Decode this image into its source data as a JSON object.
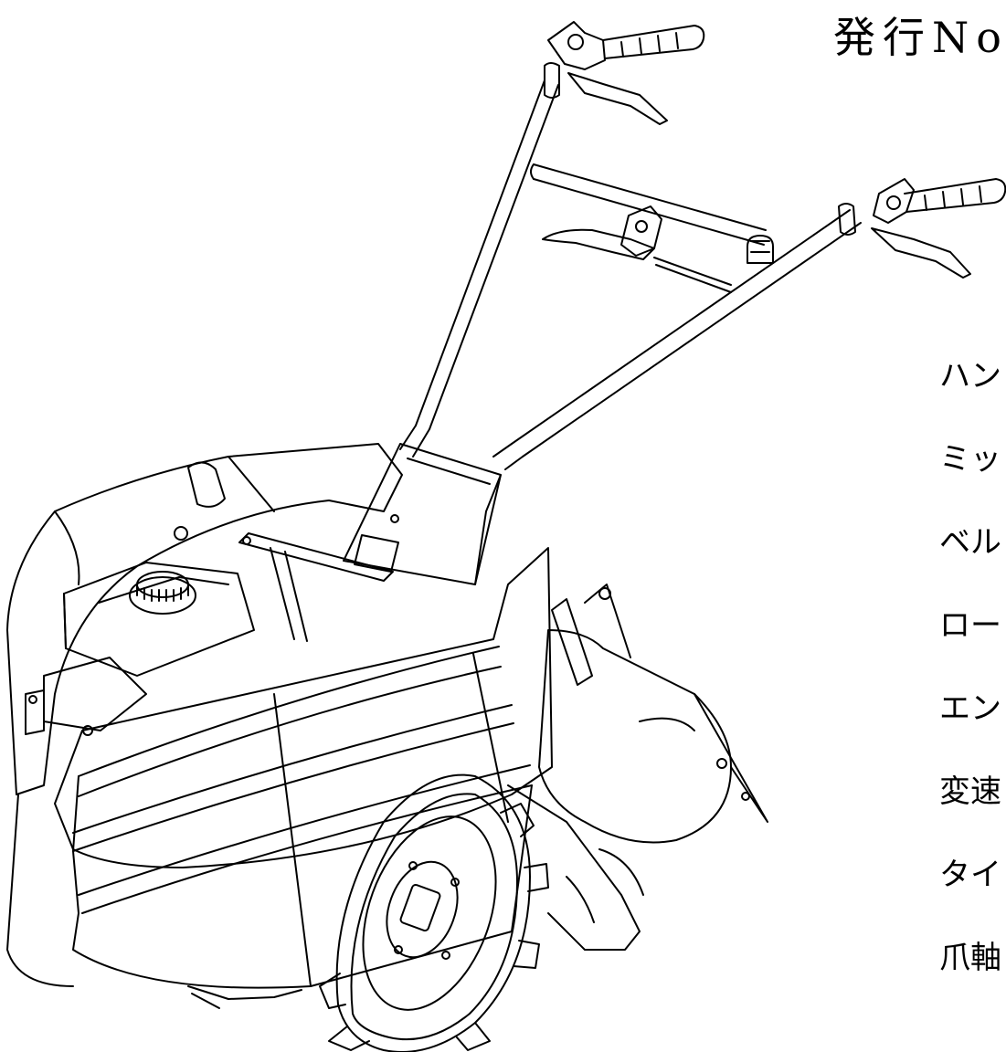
{
  "header": {
    "issue_no_label": "発行No"
  },
  "parts": [
    "ハン",
    "ミッ",
    "ベル",
    "ロー",
    "エン",
    "変速",
    "タイ",
    "爪軸"
  ],
  "figure": {
    "line_color": "#000000",
    "fill_color": "#ffffff"
  }
}
